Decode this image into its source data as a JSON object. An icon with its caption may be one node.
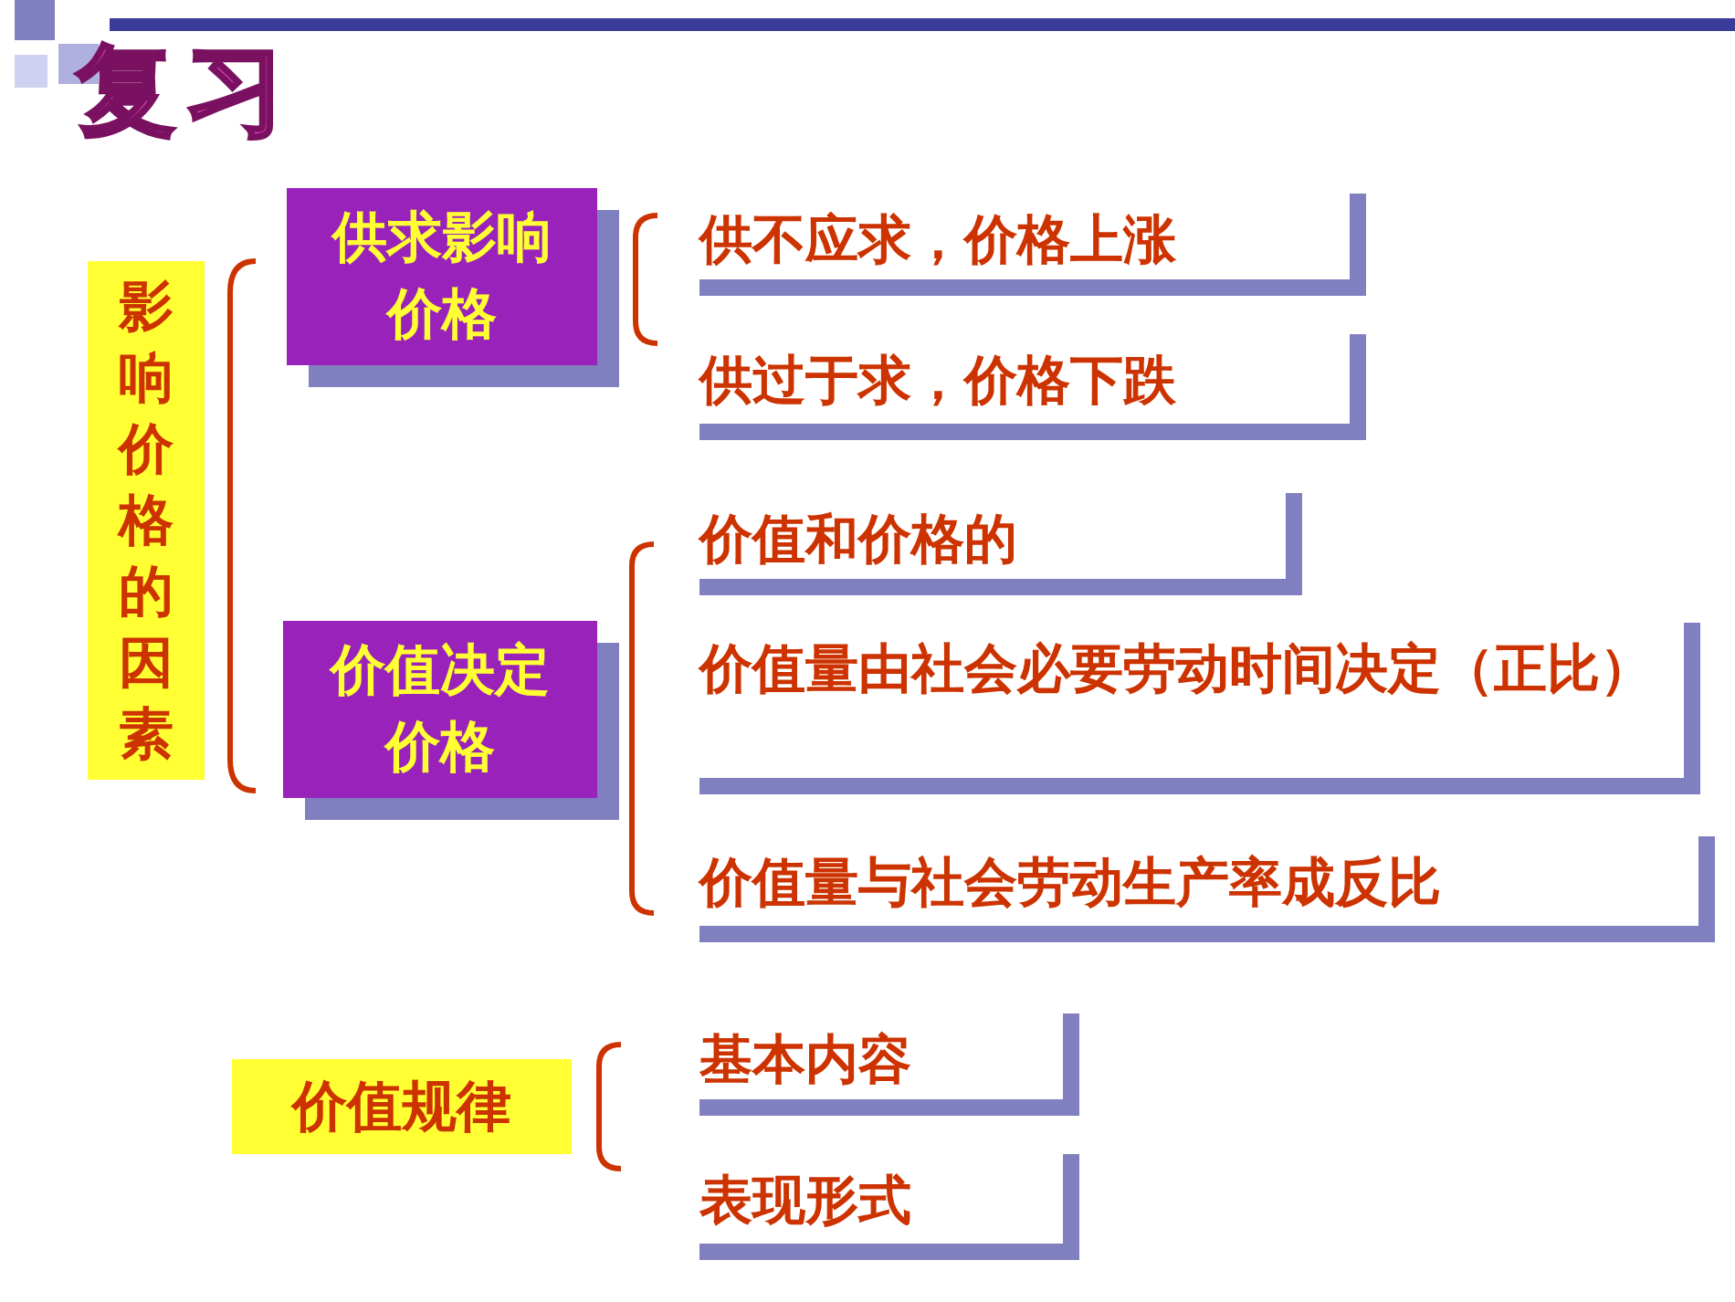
{
  "diagram": {
    "title": "复习",
    "nodes": [
      {
        "text": [
          "影响价格的因素"
        ]
      },
      {
        "text": [
          "供求影响价格"
        ]
      },
      {
        "text": [
          "供不应求，价格上涨"
        ]
      },
      {
        "text": [
          "供过于求，价格下跌"
        ]
      },
      {
        "text": [
          "价值决定价格"
        ]
      },
      {
        "text": [
          "价值和价格的"
        ]
      },
      {
        "text": [
          "价值量由社会必要劳动时间决定（正比）"
        ]
      },
      {
        "text": [
          "价值量与社会劳动生产率成反比"
        ]
      },
      {
        "text": [
          "价值规律"
        ]
      },
      {
        "text": [
          "基本内容"
        ]
      },
      {
        "text": [
          "表现形式"
        ]
      }
    ]
  }
}
